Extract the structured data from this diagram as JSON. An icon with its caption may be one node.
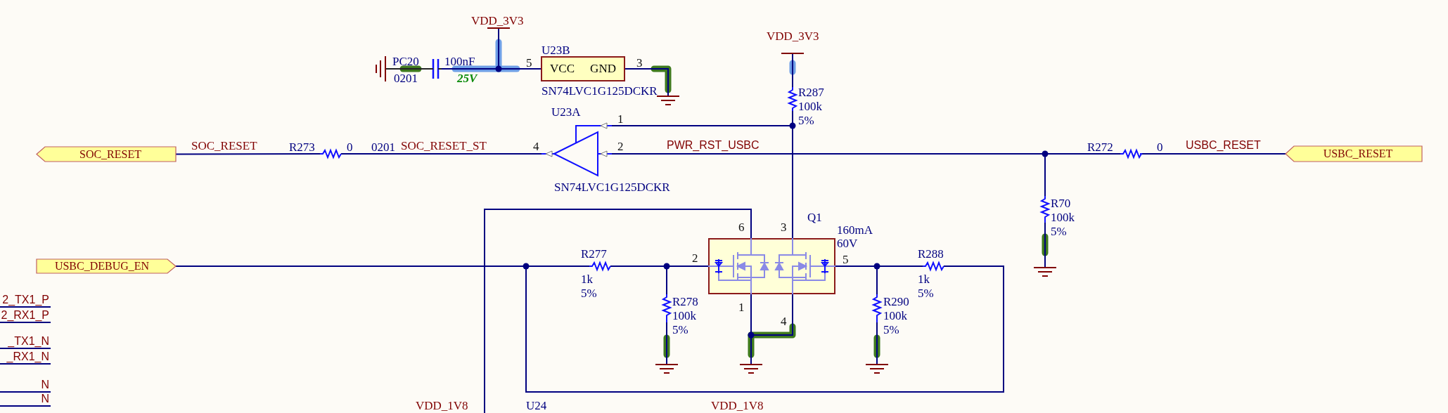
{
  "diagram": {
    "nodes": [
      {
        "text": [],
        "shape": "capacitor",
        "beside": [
          "PC20",
          "0201",
          "100nF",
          "25V"
        ]
      },
      {
        "text": [
          "VCC",
          "GND"
        ],
        "beside": [
          "U23B",
          "SN74LVC1G125DCKR"
        ]
      },
      {
        "text": [],
        "shape": "resistor",
        "beside": [
          "R287",
          "100k",
          "5%"
        ]
      },
      {
        "text": [
          "SOC_RESET"
        ]
      },
      {
        "text": [],
        "shape": "resistor",
        "beside": [
          "R273",
          "0",
          "0201"
        ]
      },
      {
        "text": [],
        "shape": "triangle",
        "beside": [
          "U23A",
          "SN74LVC1G125DCKR"
        ]
      },
      {
        "text": [],
        "shape": "resistor",
        "beside": [
          "R272",
          "0"
        ]
      },
      {
        "text": [
          "USBC_RESET"
        ]
      },
      {
        "text": [],
        "shape": "resistor",
        "beside": [
          "R70",
          "100k",
          "5%"
        ]
      },
      {
        "text": [],
        "shape": "box",
        "beside": [
          "Q1",
          "160mA",
          "60V"
        ]
      },
      {
        "text": [
          "USBC_DEBUG_EN"
        ]
      },
      {
        "text": [],
        "shape": "resistor",
        "beside": [
          "R277",
          "1k",
          "5%"
        ]
      },
      {
        "text": [],
        "shape": "resistor",
        "beside": [
          "R278",
          "100k",
          "5%"
        ]
      },
      {
        "text": [],
        "shape": "resistor",
        "beside": [
          "R288",
          "1k",
          "5%"
        ]
      },
      {
        "text": [],
        "shape": "resistor",
        "beside": [
          "R290",
          "100k",
          "5%"
        ]
      }
    ],
    "edges": [
      {
        "from": 0,
        "to": 1,
        "arrow": "none"
      },
      {
        "from": 3,
        "to": 4,
        "arrow": "none",
        "label": "SOC_RESET"
      },
      {
        "from": 4,
        "to": 5,
        "arrow": "none",
        "label": "SOC_RESET_ST"
      },
      {
        "from": 5,
        "to": 6,
        "arrow": "none",
        "label": "PWR_RST_USBC"
      },
      {
        "from": 6,
        "to": 7,
        "arrow": "none",
        "label": "USBC_RESET"
      },
      {
        "from": 2,
        "to": 5,
        "arrow": "none"
      },
      {
        "from": 2,
        "to": 9,
        "arrow": "none"
      },
      {
        "from": 10,
        "to": 11,
        "arrow": "none"
      },
      {
        "from": 11,
        "to": 9,
        "arrow": "none"
      },
      {
        "from": 12,
        "to": 9,
        "arrow": "none"
      },
      {
        "from": 9,
        "to": 13,
        "arrow": "none"
      },
      {
        "from": 14,
        "to": 9,
        "arrow": "none"
      },
      {
        "from": 13,
        "to": 10,
        "arrow": "none"
      },
      {
        "from": 9,
        "to": null,
        "arrow": "none"
      },
      {
        "from": 8,
        "to": 6,
        "arrow": "none"
      }
    ],
    "labels": [
      "VDD_3V3",
      "5",
      "3",
      "VDD_3V3",
      "1",
      "4",
      "2",
      "6",
      "3",
      "2",
      "5",
      "1",
      "4",
      "2_TX1_P",
      "2_RX1_P",
      "_TX1_N",
      "_RX1_N",
      "N",
      "N",
      "VDD_1V8",
      "U24",
      "VDD_1V8"
    ]
  }
}
